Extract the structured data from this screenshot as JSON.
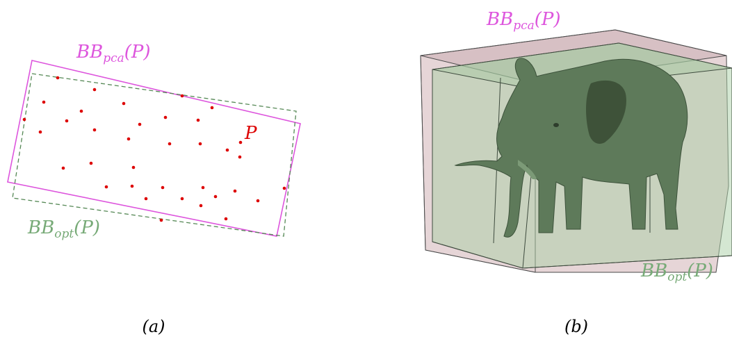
{
  "panel_a": {
    "caption": "(a)",
    "pca_label": {
      "main": "BB",
      "sub": "pca",
      "arg": "(P)"
    },
    "opt_label": {
      "main": "BB",
      "sub": "opt",
      "arg": "(P)"
    },
    "point_label": "P"
  },
  "panel_b": {
    "caption": "(b)",
    "pca_label": {
      "main": "BB",
      "sub": "pca",
      "arg": "(P)"
    },
    "opt_label": {
      "main": "BB",
      "sub": "opt",
      "arg": "(P)"
    }
  },
  "colors": {
    "pca": "#dd55dd",
    "opt": "#558855",
    "points": "#dd0000",
    "box_pca_fill": "#c8a2a6",
    "box_opt_fill": "#a9cfa6",
    "elephant": "#5e7a5a"
  }
}
